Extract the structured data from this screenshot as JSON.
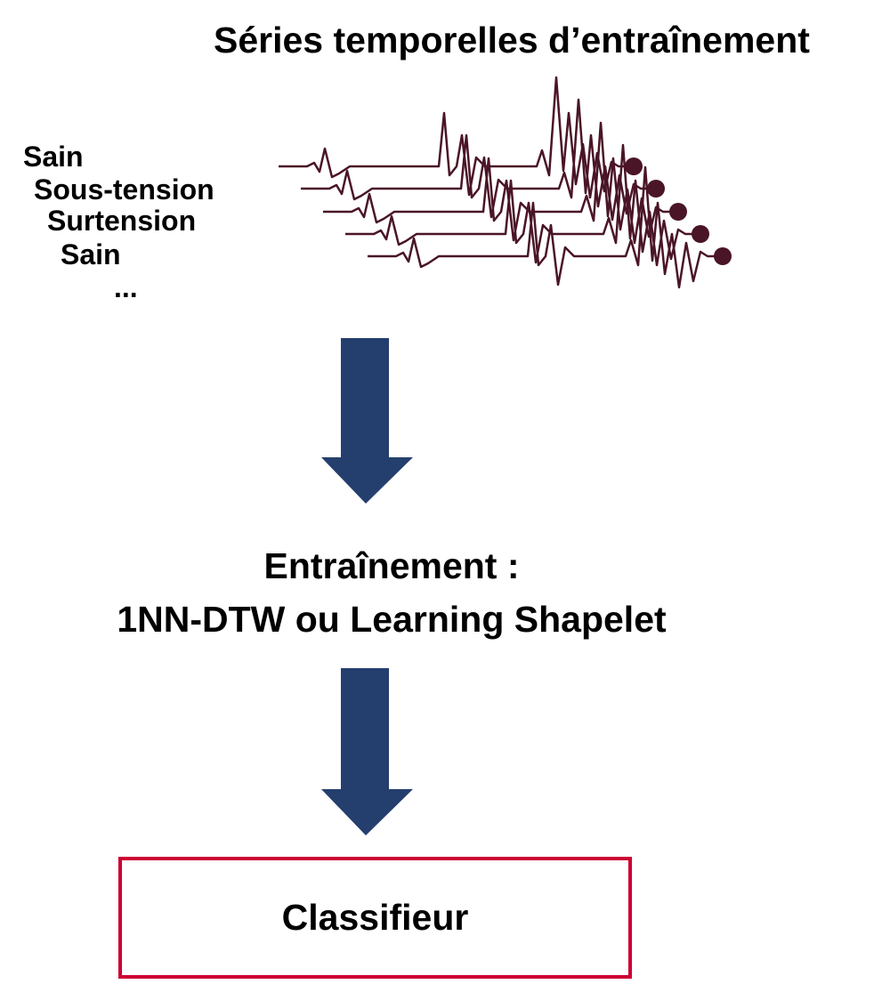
{
  "title": "Séries temporelles d’entraînement",
  "class_labels": [
    "Sain",
    "Sous-tension",
    "Surtension",
    "Sain",
    "..."
  ],
  "training": {
    "line1": "Entraînement :",
    "line2": "1NN-DTW ou Learning Shapelet"
  },
  "classifier": {
    "label": "Classifieur"
  },
  "colors": {
    "label_red": "#cc0033",
    "wave": "#4a1526",
    "arrow": "#243f6e",
    "box_border": "#cc0033"
  }
}
